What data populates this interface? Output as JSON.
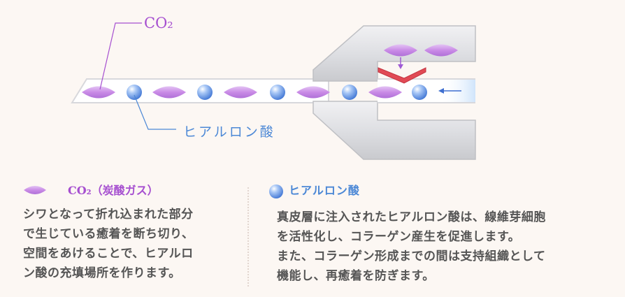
{
  "diagram": {
    "label_co2": "CO₂",
    "label_hyaluronic": "ヒアルロン酸"
  },
  "legend": {
    "co2_title": "CO₂（炭酸ガス）",
    "co2_text": [
      "シワとなって折れ込まれた部分",
      "で生じている癒着を断ち切り、",
      "空間をあけることで、ヒアルロ",
      "ン酸の充填場所を作ります。"
    ],
    "hyaluronic_title": "ヒアルロン酸",
    "hyaluronic_text": [
      "真皮層に注入されたヒアルロン酸は、線維芽細胞",
      "を活性化し、コラーゲン産生を促進します。",
      "また、コラーゲン形成までの間は支持組織として",
      "機能し、再癒着を防ぎます。"
    ]
  },
  "colors": {
    "co2_purple": "#c98be6",
    "hyaluronic_blue": "#5b8fe0",
    "label_co2_color": "#a64fd0",
    "label_hyaluronic_color": "#4c88d6",
    "valve_red": "#e14a55",
    "text_gray": "#555555"
  }
}
